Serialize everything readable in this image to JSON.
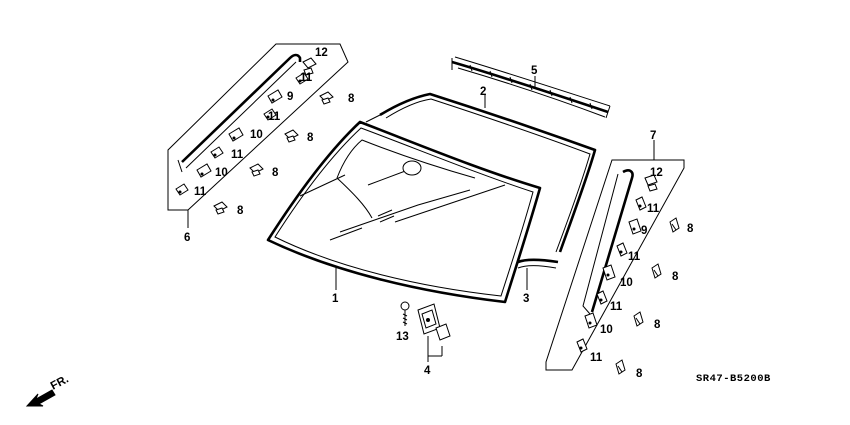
{
  "diagram": {
    "code": "SR47-B5200B",
    "front_label": "FR.",
    "labels": {
      "p1": "1",
      "p2": "2",
      "p3": "3",
      "p4": "4",
      "p5": "5",
      "p6": "6",
      "p7": "7",
      "p13": "13",
      "left_12": "12",
      "left_11a": "11",
      "left_9": "9",
      "left_11b": "11",
      "left_10a": "10",
      "left_11c": "11",
      "left_10b": "10",
      "left_11d": "11",
      "left_8a": "8",
      "left_8b": "8",
      "left_8c": "8",
      "left_8d": "8",
      "right_12": "12",
      "right_11a": "11",
      "right_9": "9",
      "right_11b": "11",
      "right_10a": "10",
      "right_11c": "11",
      "right_10b": "10",
      "right_11d": "11",
      "right_8a": "8",
      "right_8b": "8",
      "right_8c": "8",
      "right_8d": "8"
    }
  }
}
